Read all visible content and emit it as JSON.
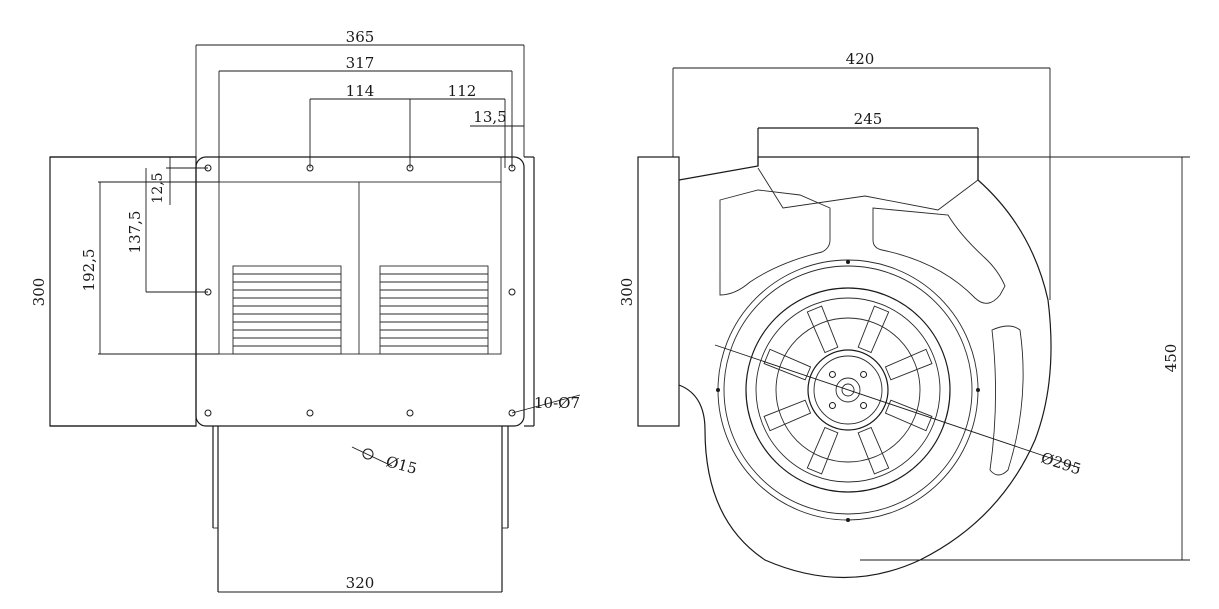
{
  "front_view": {
    "dimensions": {
      "overall_width": "365",
      "hole_span": "317",
      "hole_pitch_a": "114",
      "hole_pitch_b": "112",
      "edge_offset_h": "13,5",
      "edge_offset_v": "12,5",
      "height_a": "137,5",
      "height_b": "192,5",
      "overall_height": "300",
      "holes": "10-Ø7",
      "hole_small": "Ø15",
      "base_width": "320"
    }
  },
  "side_view": {
    "dimensions": {
      "overall_width": "420",
      "outlet_width": "245",
      "flange_height": "300",
      "overall_height": "450",
      "wheel_diameter": "Ø295"
    }
  }
}
